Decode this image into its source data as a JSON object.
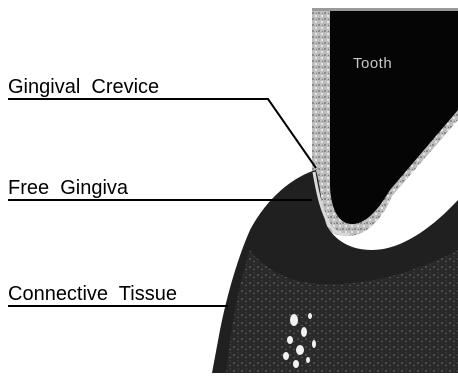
{
  "labels": {
    "crevice": "Gingival  Crevice",
    "free_gingiva": "Free  Gingiva",
    "connective_tissue": "Connective  Tissue",
    "tooth": "Tooth"
  },
  "colors": {
    "tooth": "#050505",
    "enamel": "#b9b9b9",
    "gingiva": "#262626",
    "connective": "#3a3a3a",
    "leader": "#000000"
  }
}
